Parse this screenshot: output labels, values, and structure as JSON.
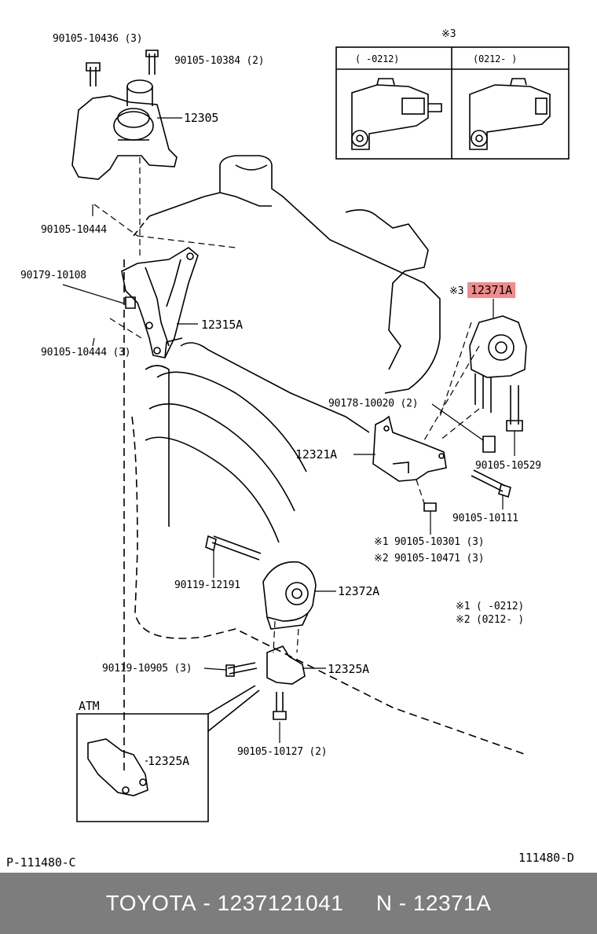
{
  "labels": {
    "p_90105_10436": "90105-10436 (3)",
    "p_90105_10384": "90105-10384 (2)",
    "p_12305": "12305",
    "p_90105_10444a": "90105-10444",
    "p_90179_10108": "90179-10108",
    "p_12315A": "12315A",
    "p_90105_10444b": "90105-10444 (3)",
    "p_12371A_prefix": "※3",
    "p_12371A": "12371A",
    "p_90178_10020": "90178-10020 (2)",
    "p_12321A": "12321A",
    "p_90105_10529": "90105-10529",
    "p_90105_10111": "90105-10111",
    "p_note1": "※1 90105-10301 (3)",
    "p_note2": "※2 90105-10471 (3)",
    "p_90119_12191": "90119-12191",
    "p_12372A": "12372A",
    "p_90119_10905": "90119-10905 (3)",
    "p_12325A": "12325A",
    "p_90105_10127": "90105-10127 (2)",
    "atm_title": "ATM",
    "atm_12325A": "12325A",
    "legend1": "※1 (      -0212)",
    "legend2": "※2 (0212-      )",
    "inset_title": "※3",
    "inset_left": "(      -0212)",
    "inset_right": "(0212-      )",
    "code_left": "P-111480-C",
    "code_right": "111480-D"
  },
  "footer": {
    "brand": "TOYOTA",
    "sep1": " - ",
    "part_number": "1237121041",
    "gap": "     ",
    "n_prefix": "N",
    "sep2": " - ",
    "part_code": "12371A"
  },
  "highlight_color": "#f08c8c",
  "footer_color": "#7d7d7d"
}
